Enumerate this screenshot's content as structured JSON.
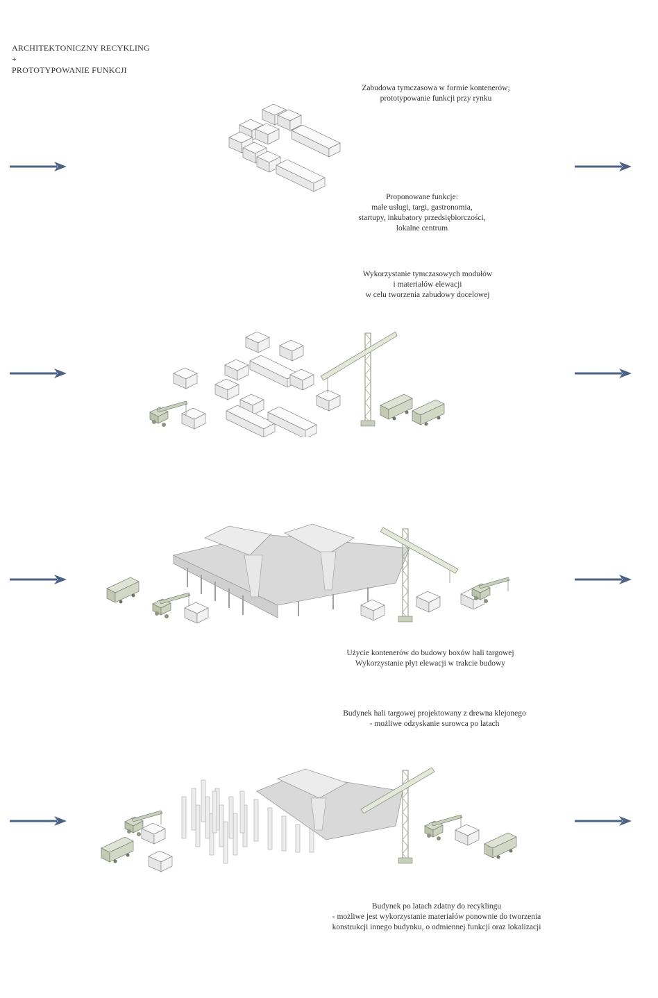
{
  "title": {
    "line1": "ARCHITEKTONICZNY RECYKLING",
    "line2": "+",
    "line3": "PROTOTYPOWANIE FUNKCJI"
  },
  "captions": {
    "c1": [
      "Zabudowa tymczasowa w formie kontenerów;",
      "prototypowanie funkcji przy rynku"
    ],
    "c2": [
      "Proponowane funkcje:",
      "małe usługi, targi, gastronomia,",
      "startupy, inkubatory przedsiębiorczości,",
      "lokalne centrum"
    ],
    "c3": [
      "Wykorzystanie tymczasowych modułów",
      "i materiałów elewacji",
      "w celu tworzenia zabudowy docelowej"
    ],
    "c4": [
      "Użycie kontenerów do budowy boxów hali targowej",
      "Wykorzystanie płyt elewacji w trakcie budowy"
    ],
    "c5": [
      "Budynek hali targowej projektowany z drewna klejonego",
      "- możliwe odzyskanie surowca po latach"
    ],
    "c6": [
      "Budynek po latach zdatny do recyklingu",
      "- możliwe jest wykorzystanie materiałów ponownie do tworzenia",
      "konstrukcji innego budynku, o odmiennej funkcji oraz lokalizacji"
    ]
  },
  "colors": {
    "arrow": "#4a6283",
    "box_fill": "#f4f4f4",
    "box_stroke": "#8a8a8a",
    "roof": "#d8d8d8",
    "machine": "#c9cfbd"
  },
  "icons": [
    "arrow-right-icon",
    "container-icon",
    "crane-icon",
    "truck-icon",
    "mobile-crane-icon",
    "market-hall-icon",
    "timber-column-icon"
  ]
}
